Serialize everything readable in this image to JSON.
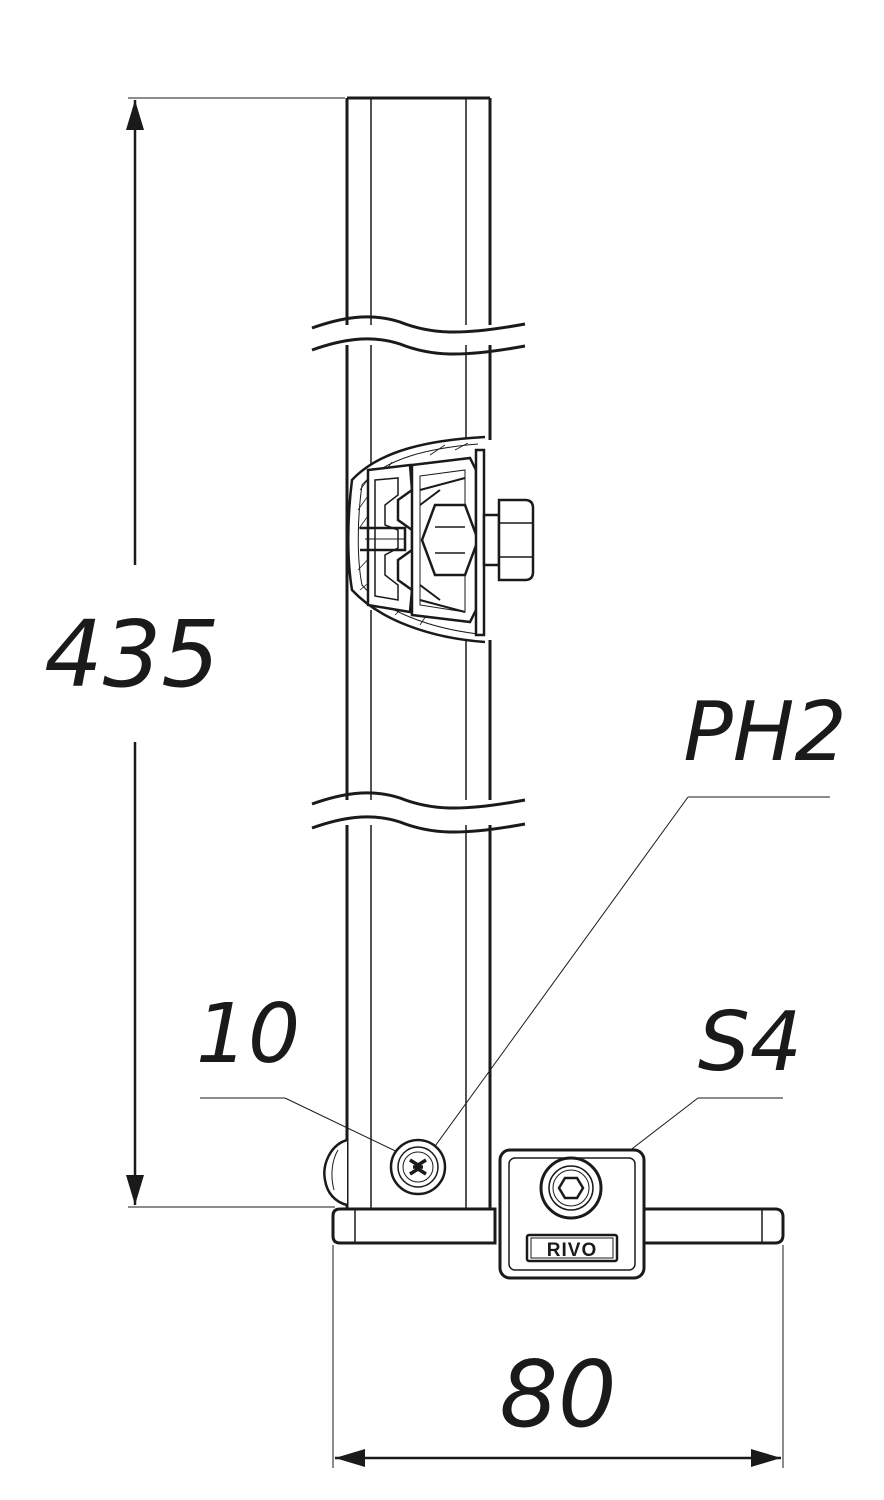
{
  "dimensions": {
    "height_value": "435",
    "width_value": "80"
  },
  "callouts": {
    "screw_drive": "PH2",
    "screw_size": "10",
    "hex_key": "S4"
  },
  "logo": {
    "brand": "RIVO"
  },
  "colors": {
    "line": "#1a1a1a",
    "background": "#ffffff"
  }
}
